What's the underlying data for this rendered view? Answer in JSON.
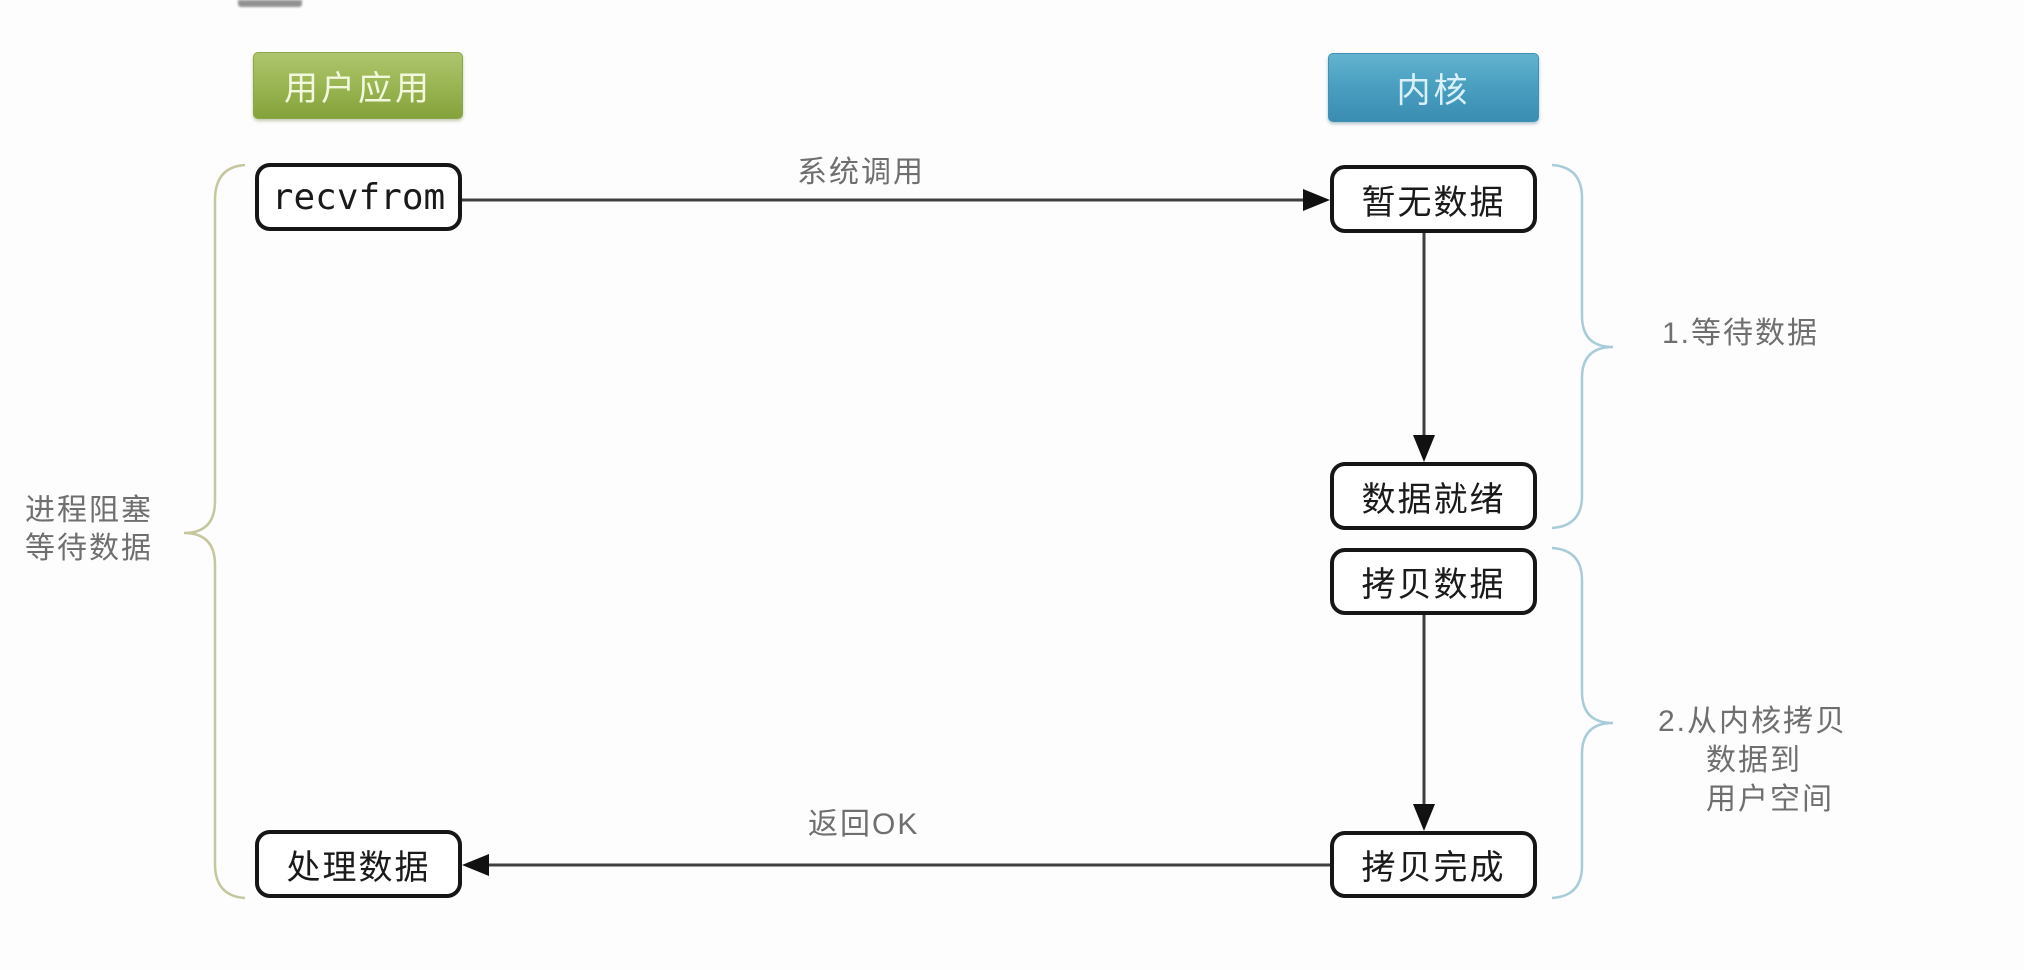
{
  "headers": {
    "user_app": "用户应用",
    "kernel": "内核"
  },
  "nodes": {
    "recvfrom": "recvfrom",
    "no_data": "暂无数据",
    "data_ready": "数据就绪",
    "copy_data": "拷贝数据",
    "copy_done": "拷贝完成",
    "process_data": "处理数据"
  },
  "arrow_labels": {
    "syscall": "系统调用",
    "return_ok": "返回OK"
  },
  "annotations": {
    "left_block_line1": "进程阻塞",
    "left_block_line2": "等待数据",
    "right_wait": "1.等待数据",
    "right_copy_line1": "2.从内核拷贝",
    "right_copy_line2": "数据到",
    "right_copy_line3": "用户空间"
  },
  "colors": {
    "user_app_green": "#8fae47",
    "kernel_blue": "#3e92b8",
    "box_border": "#161616",
    "arrow_line": "#404040",
    "arrowhead": "#111111",
    "label_gray": "#6f6f6f",
    "brace_left_olive": "#c6c79e",
    "brace_right_blue": "#a9ccd9"
  }
}
